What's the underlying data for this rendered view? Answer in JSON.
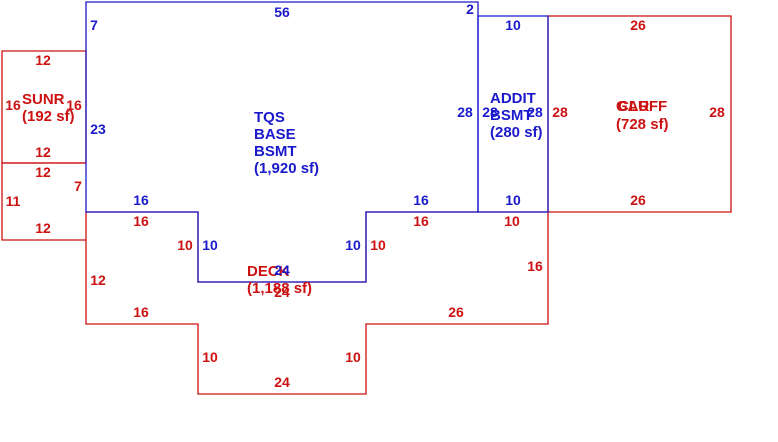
{
  "colors": {
    "blue": "#1a1acc",
    "red": "#cc1111",
    "background": "#ffffff"
  },
  "sketch": {
    "areas": [
      {
        "id": "tqs-base",
        "color": "blue",
        "lines": [
          "TQS",
          "BASE",
          "BSMT",
          "(1,920 sf)"
        ]
      },
      {
        "id": "addit",
        "color": "blue",
        "lines": [
          "ADDIT",
          "BSMT",
          "(280 sf)"
        ]
      },
      {
        "id": "garage",
        "color": "red",
        "lines": [
          "GAR",
          "CLUFF",
          "(728 sf)"
        ]
      },
      {
        "id": "sunr",
        "color": "red",
        "lines": [
          "SUNR",
          "(192 sf)"
        ]
      },
      {
        "id": "deck",
        "color": "red",
        "lines": [
          "DECK",
          "(1,188 sf)"
        ]
      }
    ],
    "dimensions": [
      {
        "text": "56",
        "color": "blue"
      },
      {
        "text": "7",
        "color": "blue"
      },
      {
        "text": "2",
        "color": "blue"
      },
      {
        "text": "23",
        "color": "blue"
      },
      {
        "text": "28",
        "color": "blue"
      },
      {
        "text": "16",
        "color": "blue"
      },
      {
        "text": "10",
        "color": "blue"
      },
      {
        "text": "24",
        "color": "blue"
      },
      {
        "text": "10",
        "color": "blue"
      },
      {
        "text": "16",
        "color": "blue"
      },
      {
        "text": "10",
        "color": "blue"
      },
      {
        "text": "28",
        "color": "blue"
      },
      {
        "text": "10",
        "color": "blue"
      },
      {
        "text": "28",
        "color": "blue"
      },
      {
        "text": "26",
        "color": "red"
      },
      {
        "text": "28",
        "color": "red"
      },
      {
        "text": "28",
        "color": "red"
      },
      {
        "text": "26",
        "color": "red"
      },
      {
        "text": "12",
        "color": "red"
      },
      {
        "text": "16",
        "color": "red"
      },
      {
        "text": "16",
        "color": "red"
      },
      {
        "text": "12",
        "color": "red"
      },
      {
        "text": "12",
        "color": "red"
      },
      {
        "text": "7",
        "color": "red"
      },
      {
        "text": "11",
        "color": "red"
      },
      {
        "text": "12",
        "color": "red"
      },
      {
        "text": "16",
        "color": "red"
      },
      {
        "text": "10",
        "color": "red"
      },
      {
        "text": "10",
        "color": "red"
      },
      {
        "text": "16",
        "color": "red"
      },
      {
        "text": "10",
        "color": "red"
      },
      {
        "text": "16",
        "color": "red"
      },
      {
        "text": "12",
        "color": "red"
      },
      {
        "text": "16",
        "color": "red"
      },
      {
        "text": "26",
        "color": "red"
      },
      {
        "text": "10",
        "color": "red"
      },
      {
        "text": "10",
        "color": "red"
      },
      {
        "text": "24",
        "color": "red"
      },
      {
        "text": "24",
        "color": "red"
      }
    ]
  }
}
